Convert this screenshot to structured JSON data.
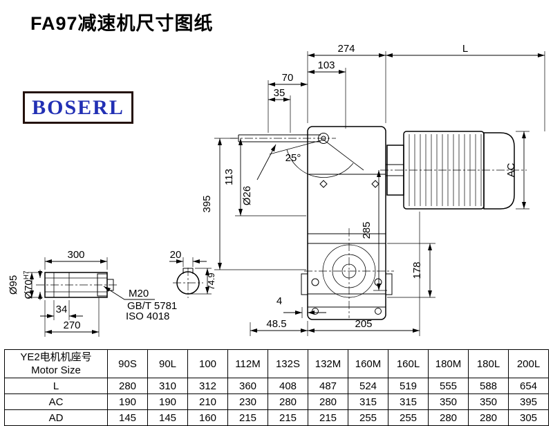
{
  "page": {
    "title": "FA97减速机尺寸图纸",
    "logo": "BOSERL"
  },
  "dims": {
    "d274": "274",
    "dL": "L",
    "d103": "103",
    "d70": "70",
    "d35": "35",
    "angle25": "25°",
    "dia26": "Ø26",
    "d113": "113",
    "d395": "395",
    "d285": "285",
    "dAC": "AC",
    "d178": "178",
    "d4": "4",
    "d48_5": "48.5",
    "d205": "205"
  },
  "shaft": {
    "d300": "300",
    "d34": "34",
    "d270": "270",
    "dia95": "Ø95",
    "dia70": "Ø70",
    "dia70_tol": "H7",
    "m20": "M20",
    "gb": "GB/T 5781",
    "iso": "ISO 4018",
    "d20": "20",
    "d74_9": "74.9"
  },
  "table": {
    "corner_line1": "YE2电机机座号",
    "corner_line2": "Motor Size",
    "columns": [
      "90S",
      "90L",
      "100",
      "112M",
      "132S",
      "132M",
      "160M",
      "160L",
      "180M",
      "180L",
      "200L"
    ],
    "rows": [
      {
        "label": "L",
        "values": [
          "280",
          "310",
          "312",
          "360",
          "408",
          "487",
          "524",
          "519",
          "555",
          "588",
          "654"
        ]
      },
      {
        "label": "AC",
        "values": [
          "190",
          "190",
          "210",
          "230",
          "280",
          "280",
          "315",
          "315",
          "350",
          "350",
          "395"
        ]
      },
      {
        "label": "AD",
        "values": [
          "145",
          "145",
          "160",
          "215",
          "215",
          "215",
          "255",
          "255",
          "280",
          "280",
          "305"
        ]
      }
    ]
  }
}
